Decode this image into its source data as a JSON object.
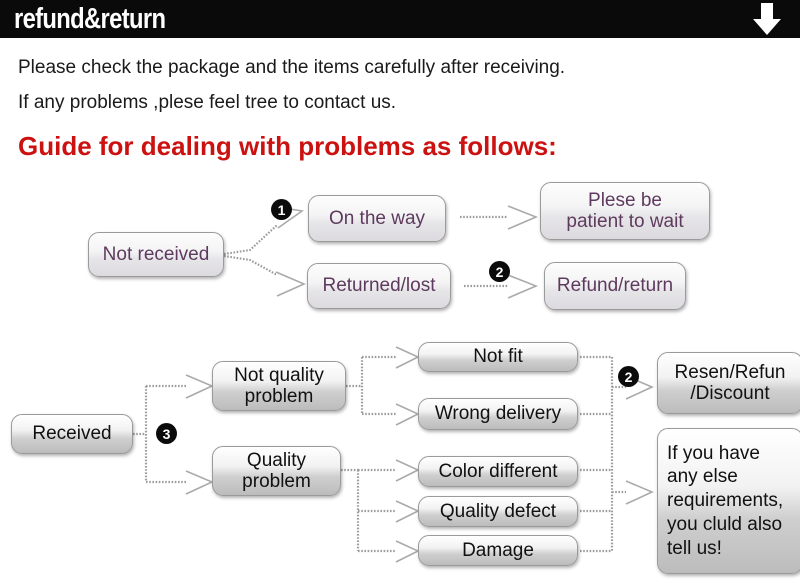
{
  "header": {
    "title": "refund&return",
    "arrow_icon": "down-arrow-icon"
  },
  "intro": {
    "line1": "Please check the package and the items carefully after receiving.",
    "line2": "If any problems ,plese feel tree to contact us.",
    "heading": "Guide for dealing with problems as follows:",
    "heading_color": "#cc1111"
  },
  "flow": {
    "not_received_branch": {
      "source": "Not received",
      "badge_1": "1",
      "badge_2": "2",
      "on_the_way": "On the way",
      "returned_lost": "Returned/lost",
      "please_wait": "Plese be\npatient to wait",
      "please_wait_l1": "Plese be",
      "please_wait_l2": "patient to wait",
      "refund_return": "Refund/return"
    },
    "received_branch": {
      "source": "Received",
      "badge_3": "3",
      "badge_2": "2",
      "not_quality_problem_l1": "Not quality",
      "not_quality_problem_l2": "problem",
      "quality_problem_l1": "Quality",
      "quality_problem_l2": "problem",
      "not_fit": "Not fit",
      "wrong_delivery": "Wrong delivery",
      "color_different": "Color different",
      "quality_defect": "Quality defect",
      "damage": "Damage",
      "resend_l1": "Resen/Refun",
      "resend_l2": "/Discount",
      "contact_l1": "If you have",
      "contact_l2": "any else",
      "contact_l3": "requirements,",
      "contact_l4": "you cluld also",
      "contact_l5": "tell us!"
    }
  },
  "colors": {
    "header_bg": "#0a0a0a",
    "header_text": "#ffffff",
    "box_text_purple": "#5e3a5e",
    "box_text_black": "#111111",
    "connector": "#9c9c9c",
    "badge_bg": "#0b0b0b"
  }
}
